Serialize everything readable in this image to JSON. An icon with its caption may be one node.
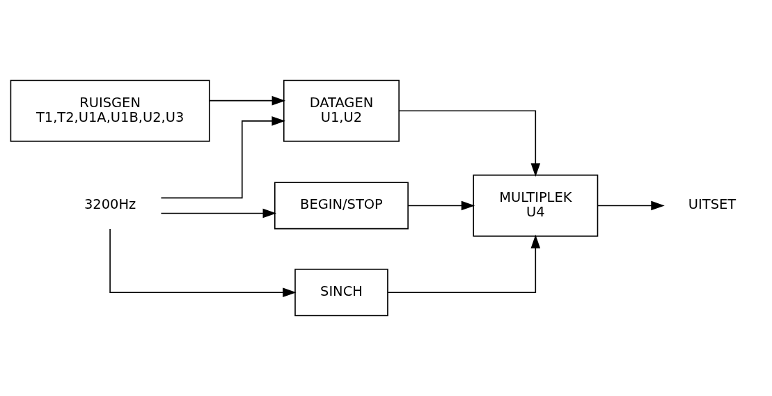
{
  "diagram": {
    "nodes": [
      {
        "text": [
          "RUISGEN",
          "T1,T2,U1A,U1B,U2,U3"
        ]
      },
      {
        "text": [
          "DATAGEN",
          "U1,U2"
        ]
      },
      {
        "text": [
          "MULTIPLEK",
          "U4"
        ]
      },
      {
        "text": [
          "BEGIN/STOP"
        ]
      },
      {
        "text": [
          "SINCH"
        ]
      },
      {
        "text": [
          "UITSET"
        ]
      },
      {
        "text": [
          "3200Hz"
        ]
      }
    ],
    "edges": [
      {
        "from": 0,
        "to": 1,
        "arrow": "to"
      },
      {
        "from": 1,
        "to": 2,
        "arrow": "to"
      },
      {
        "from": 3,
        "to": 2,
        "arrow": "to"
      },
      {
        "from": 4,
        "to": 2,
        "arrow": "to"
      },
      {
        "from": 2,
        "to": 5,
        "arrow": "to"
      },
      {
        "from": 6,
        "to": 1,
        "arrow": "to"
      },
      {
        "from": 6,
        "to": 3,
        "arrow": "to"
      },
      {
        "from": 6,
        "to": 4,
        "arrow": "to"
      }
    ]
  }
}
